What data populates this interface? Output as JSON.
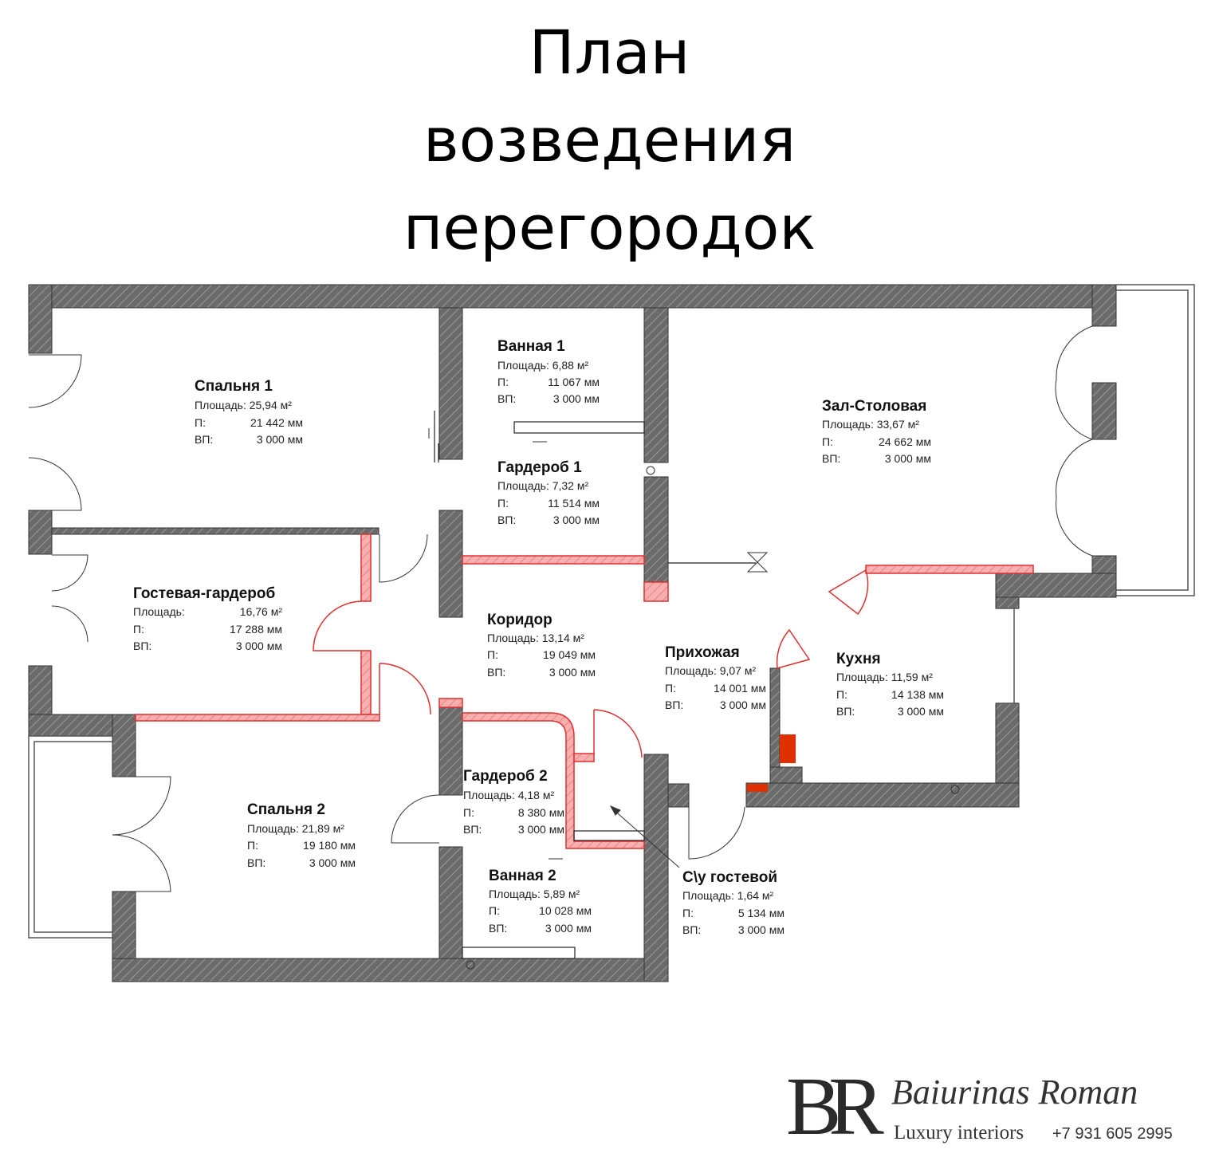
{
  "title": {
    "line1": "План",
    "line2": "возведения",
    "line3": "перегородок"
  },
  "rooms": [
    {
      "id": "spalnya-1",
      "name": "Спальня 1",
      "area": "Площадь: 25,94 м²",
      "p_label": "П:",
      "p_value": "21 442 мм",
      "vp_label": "ВП:",
      "vp_value": "3 000 мм"
    },
    {
      "id": "vannaya-1",
      "name": "Ванная 1",
      "area": "Площадь: 6,88 м²",
      "p_label": "П:",
      "p_value": "11 067 мм",
      "vp_label": "ВП:",
      "vp_value": "3 000 мм"
    },
    {
      "id": "garderob-1",
      "name": "Гардероб 1",
      "area": "Площадь: 7,32 м²",
      "p_label": "П:",
      "p_value": "11 514 мм",
      "vp_label": "ВП:",
      "vp_value": "3 000 мм"
    },
    {
      "id": "zal-stolovaya",
      "name": "Зал-Столовая",
      "area": "Площадь: 33,67 м²",
      "p_label": "П:",
      "p_value": "24 662 мм",
      "vp_label": "ВП:",
      "vp_value": "3 000 мм"
    },
    {
      "id": "gostevaya-garderob",
      "name": "Гостевая-гардероб",
      "area": "Площадь:",
      "area_value": "16,76 м²",
      "p_label": "П:",
      "p_value": "17 288 мм",
      "vp_label": "ВП:",
      "vp_value": "3 000 мм"
    },
    {
      "id": "koridor",
      "name": "Коридор",
      "area": "Площадь: 13,14 м²",
      "p_label": "П:",
      "p_value": "19 049 мм",
      "vp_label": "ВП:",
      "vp_value": "3 000 мм"
    },
    {
      "id": "prihozhaya",
      "name": "Прихожая",
      "area": "Площадь: 9,07 м²",
      "p_label": "П:",
      "p_value": "14 001 мм",
      "vp_label": "ВП:",
      "vp_value": "3 000 мм"
    },
    {
      "id": "kuhnya",
      "name": "Кухня",
      "area": "Площадь: 11,59 м²",
      "p_label": "П:",
      "p_value": "14 138 мм",
      "vp_label": "ВП:",
      "vp_value": "3 000 мм"
    },
    {
      "id": "garderob-2",
      "name": "Гардероб 2",
      "area": "Площадь: 4,18 м²",
      "p_label": "П:",
      "p_value": "8 380 мм",
      "vp_label": "ВП:",
      "vp_value": "3 000 мм"
    },
    {
      "id": "spalnya-2",
      "name": "Спальня 2",
      "area": "Площадь: 21,89 м²",
      "p_label": "П:",
      "p_value": "19 180 мм",
      "vp_label": "ВП:",
      "vp_value": "3 000 мм"
    },
    {
      "id": "vannaya-2",
      "name": "Ванная 2",
      "area": "Площадь: 5,89 м²",
      "p_label": "П:",
      "p_value": "10 028 мм",
      "vp_label": "ВП:",
      "vp_value": "3 000 мм"
    },
    {
      "id": "su-gostevoy",
      "name": "С\\у гостевой",
      "area": "Площадь: 1,64 м²",
      "p_label": "П:",
      "p_value": "5 134 мм",
      "vp_label": "ВП:",
      "vp_value": "3 000 мм"
    }
  ],
  "colors": {
    "wall": "#6b6b6b",
    "new_partition": "#f4a0a0",
    "new_partition_stroke": "#e03030",
    "fixture": "#e03000"
  },
  "logo": {
    "monogram": "BR",
    "name": "Baiurinas Roman",
    "tagline": "Luxury interiors",
    "phone": "+7 931 605 2995"
  }
}
